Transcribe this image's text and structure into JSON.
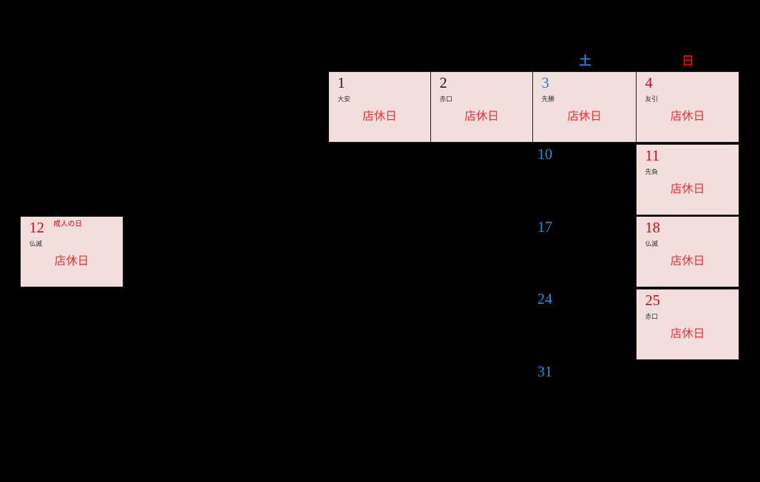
{
  "calendar": {
    "weekday_headers": [
      {
        "id": "sat",
        "label": "土",
        "color": "#2277dd"
      },
      {
        "id": "sun",
        "label": "日",
        "color": "#e60012"
      }
    ],
    "closed_label": "店休日",
    "cell_background": "#f2dedd",
    "cell_border": "#1a1a1a",
    "closed_text_color": "#ff2d2d",
    "days": [
      {
        "id": "day-1",
        "number": "1",
        "number_color": "black",
        "rokuyo": "大安",
        "holiday": "",
        "event": "店休日"
      },
      {
        "id": "day-2",
        "number": "2",
        "number_color": "black",
        "rokuyo": "赤口",
        "holiday": "",
        "event": "店休日"
      },
      {
        "id": "day-3",
        "number": "3",
        "number_color": "blue",
        "rokuyo": "先勝",
        "holiday": "",
        "event": "店休日"
      },
      {
        "id": "day-4",
        "number": "4",
        "number_color": "red",
        "rokuyo": "友引",
        "holiday": "",
        "event": "店休日"
      },
      {
        "id": "day-11",
        "number": "11",
        "number_color": "red",
        "rokuyo": "先負",
        "holiday": "",
        "event": "店休日"
      },
      {
        "id": "day-12",
        "number": "12",
        "number_color": "red",
        "rokuyo": "仏滅",
        "holiday": "成人の日",
        "event": "店休日"
      },
      {
        "id": "day-18",
        "number": "18",
        "number_color": "red",
        "rokuyo": "仏滅",
        "holiday": "",
        "event": "店休日"
      },
      {
        "id": "day-25",
        "number": "25",
        "number_color": "red",
        "rokuyo": "赤口",
        "holiday": "",
        "event": "店休日"
      }
    ],
    "bare_days": [
      {
        "id": "day-10",
        "number": "10"
      },
      {
        "id": "day-17",
        "number": "17"
      },
      {
        "id": "day-24",
        "number": "24"
      },
      {
        "id": "day-31",
        "number": "31"
      }
    ]
  }
}
